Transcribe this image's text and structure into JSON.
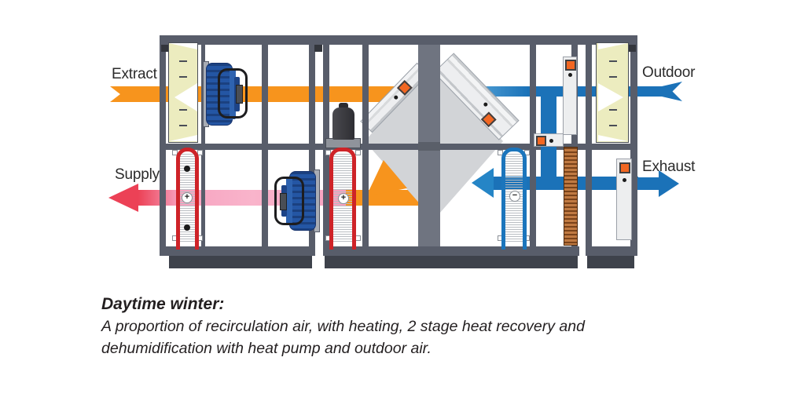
{
  "labels": {
    "extract": "Extract",
    "supply": "Supply",
    "outdoor": "Outdoor",
    "exhaust": "Exhaust"
  },
  "caption": {
    "title": "Daytime winter:",
    "line1": "A proportion of recirculation air, with heating, 2 stage heat recovery and",
    "line2": "dehumidification with heat pump and outdoor air."
  },
  "symbols": {
    "heater": "+",
    "cooler": "−"
  },
  "colors": {
    "orange": "#F7941D",
    "blue": "#1B72B8",
    "blueLight": "#55A4D8",
    "pink": "#F8A6C2",
    "pinkHead": "#EC4156",
    "cream": "#ECECBF",
    "frame": "#585D6A",
    "frameDark": "#3E424B",
    "column": "#6F7480",
    "diamond": "#D2D4D7",
    "damper": "#EDEEEF",
    "actuator": "#F26722",
    "coilRed": "#CE2328",
    "coilBlue": "#1B75BC",
    "brown": "#B4703A",
    "canister": "#3B3B40",
    "text": "#2B2B2B"
  }
}
